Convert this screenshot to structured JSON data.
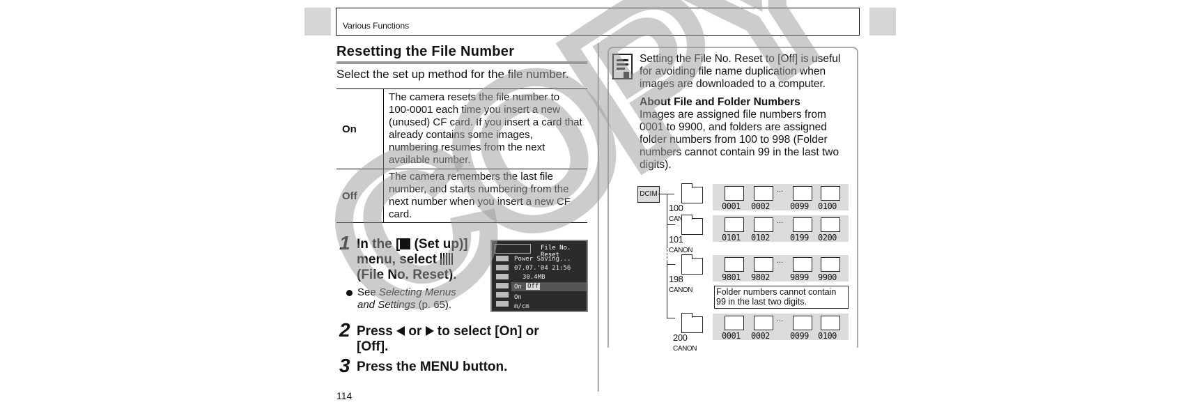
{
  "header": {
    "section": "Various Functions"
  },
  "left": {
    "title": "Resetting the File Number",
    "lead": "Select the set up method for the file number.",
    "options": [
      {
        "key": "On",
        "lines": [
          "The camera resets the file number to",
          "100-0001 each time you insert a new",
          "(unused) CF card. If you insert a card that",
          "already contains some images,",
          "numbering resumes from the next",
          "available number."
        ]
      },
      {
        "key": "Off",
        "lines": [
          "The camera remembers the last file",
          "number, and starts numbering from the",
          "next number when you insert a new CF",
          "card."
        ]
      }
    ],
    "steps": [
      {
        "num": "1",
        "line1_a": "In the [",
        "line1_b": " (Set up)]",
        "line2": "menu, select",
        "line3": "(File No. Reset)."
      },
      {
        "num": "2",
        "line1_a": "Press",
        "line1_or": "or",
        "line1_b": "to select [On] or",
        "line2": "[Off]."
      },
      {
        "num": "3",
        "line1": "Press the MENU button."
      }
    ],
    "bullet": {
      "prefix": "See ",
      "italic": "Selecting Menus",
      "italic2": "and Settings",
      "suffix": " (p. 65)."
    },
    "page_number": "114"
  },
  "screen": {
    "header": "File No. Reset",
    "rows": [
      "Power Saving...",
      "07.07.'04 21:56",
      "30.4MB",
      "On",
      "On",
      "m/cm"
    ],
    "option_on": "On",
    "option_off": "Off"
  },
  "note": {
    "lines": [
      "Setting the File No. Reset to [Off] is useful",
      "for avoiding file name duplication when",
      "images are downloaded to a computer."
    ],
    "subtitle": "About File and Folder Numbers",
    "body_lines": [
      "Images are assigned file numbers from",
      "0001 to 9900, and folders are assigned",
      "folder numbers from 100 to 998 (Folder",
      "numbers cannot contain 99 in the last two",
      "digits)."
    ]
  },
  "diagram": {
    "root": "DCIM",
    "rows": [
      {
        "folder": "100",
        "suffix": "CANON",
        "files": [
          "0001",
          "0002",
          "0099",
          "0100"
        ]
      },
      {
        "folder": "101",
        "suffix": "CANON",
        "files": [
          "0101",
          "0102",
          "0199",
          "0200"
        ]
      },
      {
        "folder": "198",
        "suffix": "CANON",
        "files": [
          "9801",
          "9802",
          "9899",
          "9900"
        ]
      },
      {
        "folder": "200",
        "suffix": "CANON",
        "files": [
          "0001",
          "0002",
          "0099",
          "0100"
        ]
      }
    ],
    "ellipsis": "...",
    "callout_line1": "Folder numbers cannot contain",
    "callout_line2": "99 in the last two digits."
  },
  "watermark": "COPY"
}
